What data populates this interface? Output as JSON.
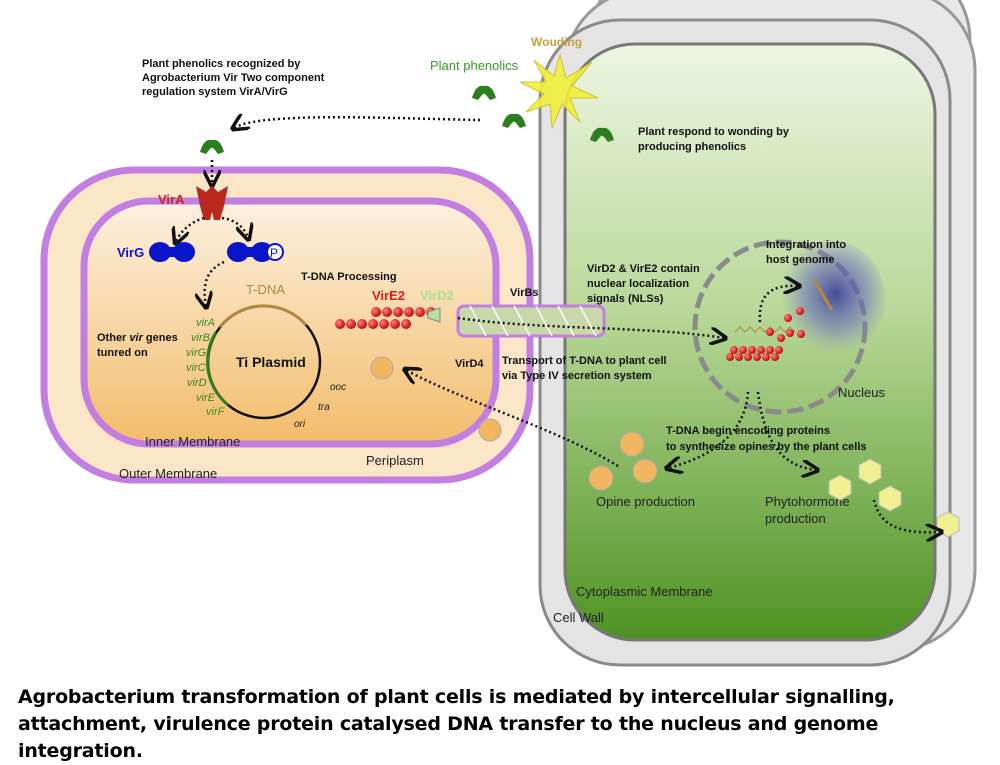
{
  "labels": {
    "phenolics_recognized": [
      "Plant phenolics recognized by",
      "Agrobacterium Vir Two component",
      "regulation system VirA/VirG"
    ],
    "plant_phenolics": "Plant phenolics",
    "wounding": "Wouding",
    "plant_respond": [
      "Plant respond to wonding by",
      "producing phenolics"
    ],
    "vira": "VirA",
    "virg": "VirG",
    "phospho": "P",
    "tdna_processing": "T-DNA Processing",
    "tdna": "T-DNA",
    "vire2": "VirE2",
    "vird2": "VirD2",
    "virbs": "VirBs",
    "vird4": "VirD4",
    "other_vir": [
      "Other ",
      "vir",
      " genes",
      "tunred on"
    ],
    "vir_genes": [
      "virA",
      "virB",
      "virG",
      "virC",
      "virD",
      "virE",
      "virF"
    ],
    "ti_plasmid": "Ti Plasmid",
    "ooc": "ooc",
    "tra": "tra",
    "ori": "ori",
    "inner_membrane": "Inner Membrane",
    "outer_membrane": "Outer Membrane",
    "periplasm": "Periplasm",
    "nls": [
      "VirD2 & VirE2 contain",
      "nuclear localization",
      "signals (NLSs)"
    ],
    "transport": [
      "Transport of T-DNA to plant cell",
      "via Type IV secretion system"
    ],
    "integration": [
      "Integration into",
      "host genome"
    ],
    "nucleus": "Nucleus",
    "tdna_encoding": [
      "T-DNA begin encoding proteins",
      "to synthesize opines by the plant cells"
    ],
    "opine": "Opine production",
    "phytohormone": [
      "Phytohormone",
      "production"
    ],
    "cytoplasmic_membrane": "Cytoplasmic Membrane",
    "cell_wall": "Cell Wall"
  },
  "caption": [
    "Agrobacterium transformation of plant cells is mediated by intercellular signalling,",
    "attachment, virulence protein catalysed DNA transfer to the nucleus and genome integration."
  ],
  "colors": {
    "membrane": "#c27ee0",
    "plant_green": "#5b9a2c",
    "phenolic": "#2e7d22",
    "vira": "#b8281e",
    "virg": "#0a14c8",
    "vire2": "#e02020",
    "vird2": "#a8e090",
    "opine": "#f2b660",
    "phytohormone": "#f0f090"
  }
}
